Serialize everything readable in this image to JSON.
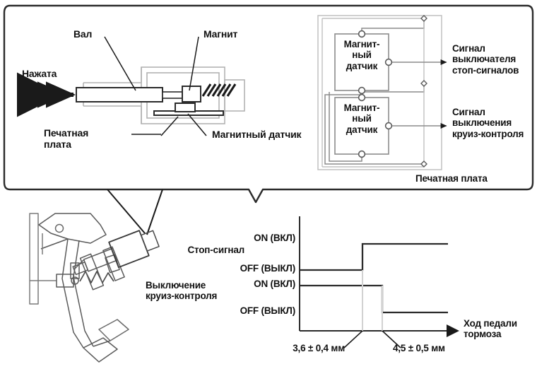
{
  "figure": {
    "title_absent": true,
    "accent_color": "#1a1a1a",
    "panel_stroke": "#2b2b2b",
    "light_stroke": "#9a9a9a",
    "background": "#ffffff"
  },
  "top_panel": {
    "cross_section": {
      "labels": {
        "pressed": "Нажата",
        "shaft": "Вал",
        "magnet": "Магнит",
        "pcb": "Печатная\nплата",
        "magnetic_sensor": "Магнитный датчик"
      }
    },
    "circuit": {
      "sensor_box_1_label": "Магнит-\nный\nдатчик",
      "sensor_box_2_label": "Магнит-\nный\nдатчик",
      "output_1": "Сигнал\nвыключателя\nстоп-сигналов",
      "output_2": "Сигнал\nвыключения\nкруиз-контроля",
      "board_caption": "Печатная плата"
    }
  },
  "bottom": {
    "pedal_drawing": {
      "name": "brake-pedal-assembly"
    }
  },
  "chart_data": {
    "type": "line",
    "subtype": "step-timing",
    "title": "",
    "xlabel": "Ход педали\nтормоза",
    "ylabel": "",
    "grid": false,
    "legend_position": "left",
    "axis": {
      "x_range_mm": [
        0,
        10
      ],
      "x_arrow": true,
      "y_arrow": false
    },
    "series": [
      {
        "name": "Стоп-сигнал",
        "row_label": "Стоп-сигнал",
        "state_labels": {
          "high": "ON (ВКЛ)",
          "low": "OFF (ВЫКЛ)"
        },
        "initial_state": "OFF (ВЫКЛ)",
        "final_state": "ON (ВКЛ)",
        "transition_at_mm": 3.6,
        "transition_tolerance_mm": 0.4,
        "points": [
          {
            "x_mm": 0.0,
            "state": "OFF (ВЫКЛ)"
          },
          {
            "x_mm": 3.6,
            "state": "OFF (ВЫКЛ)"
          },
          {
            "x_mm": 3.6,
            "state": "ON (ВКЛ)"
          },
          {
            "x_mm": 10.0,
            "state": "ON (ВКЛ)"
          }
        ]
      },
      {
        "name": "Выключение круиз-контроля",
        "row_label": "Выключение\nкруиз-контроля",
        "state_labels": {
          "high": "ON (ВКЛ)",
          "low": "OFF (ВЫКЛ)"
        },
        "initial_state": "ON (ВКЛ)",
        "final_state": "OFF (ВЫКЛ)",
        "transition_at_mm": 4.5,
        "transition_tolerance_mm": 0.5,
        "points": [
          {
            "x_mm": 0.0,
            "state": "ON (ВКЛ)"
          },
          {
            "x_mm": 4.5,
            "state": "ON (ВКЛ)"
          },
          {
            "x_mm": 4.5,
            "state": "OFF (ВЫКЛ)"
          },
          {
            "x_mm": 10.0,
            "state": "OFF (ВЫКЛ)"
          }
        ]
      }
    ],
    "annotations": [
      {
        "text": "3,6 ± 0,4 мм",
        "at_x_mm": 3.6,
        "position": "below-axis-left"
      },
      {
        "text": "4,5 ± 0,5 мм",
        "at_x_mm": 4.5,
        "position": "below-axis-right"
      }
    ],
    "y_tick_labels": [
      "ON (ВКЛ)",
      "OFF (ВЫКЛ)",
      "ON (ВКЛ)",
      "OFF (ВЫКЛ)"
    ]
  }
}
